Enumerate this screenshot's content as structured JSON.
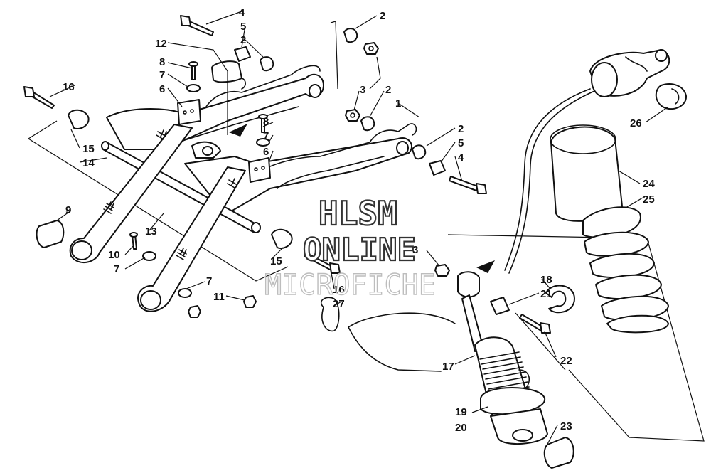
{
  "diagram": {
    "callouts": [
      "1",
      "2",
      "3",
      "4",
      "5",
      "6",
      "7",
      "8",
      "9",
      "10",
      "11",
      "12",
      "13",
      "14",
      "15",
      "16",
      "17",
      "18",
      "19",
      "20",
      "21",
      "22",
      "23",
      "24",
      "25",
      "26",
      "27"
    ]
  },
  "watermark": {
    "line1": "HLSM",
    "line2": "ONLINE",
    "line3": "MICROFICHE"
  }
}
